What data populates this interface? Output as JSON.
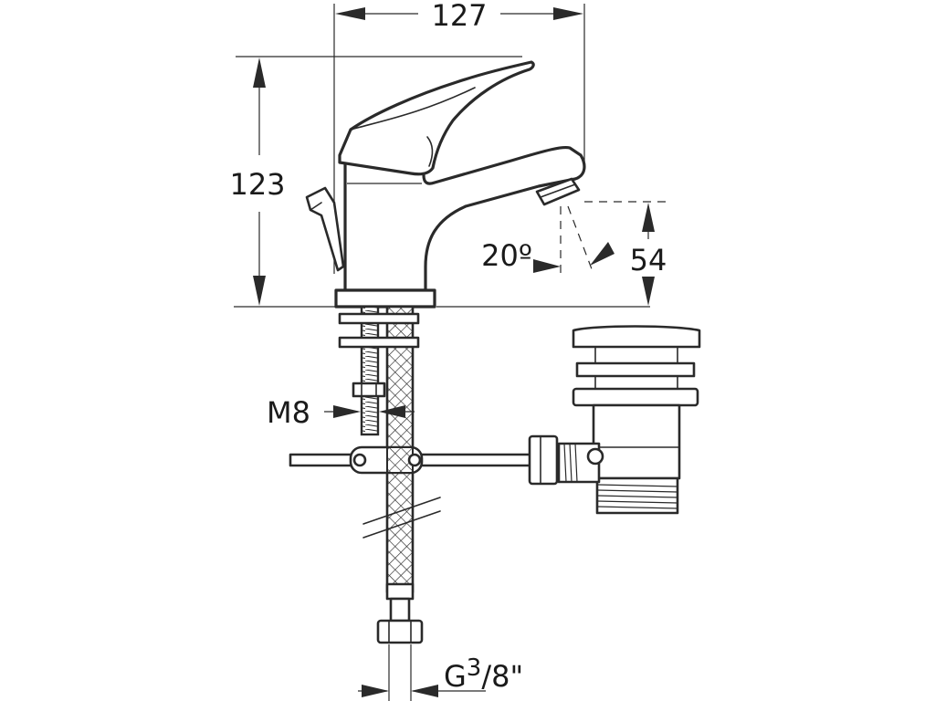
{
  "dimensions": {
    "width_label": "127",
    "height_label": "123",
    "angle_label": "20º",
    "spout_height_label": "54",
    "thread_label": "M8",
    "connection_label_prefix": "G",
    "connection_label_sup": "3",
    "connection_label_suffix": "/8\""
  },
  "colors": {
    "line": "#2a2a2a",
    "background": "#ffffff"
  }
}
